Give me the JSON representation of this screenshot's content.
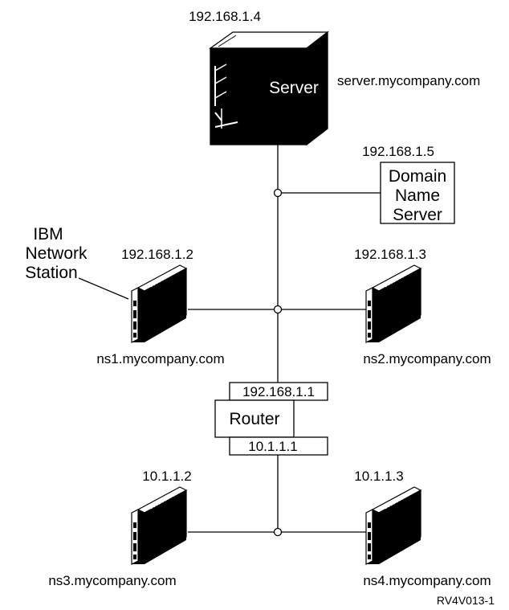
{
  "server": {
    "ip": "192.168.1.4",
    "label": "Server",
    "hostname": "server.mycompany.com"
  },
  "dns": {
    "ip": "192.168.1.5",
    "label_lines": [
      "Domain",
      "Name",
      "Server"
    ]
  },
  "callout": {
    "label_lines": [
      "IBM",
      "Network",
      "Station"
    ]
  },
  "stations": [
    {
      "id": "ns1",
      "ip": "192.168.1.2",
      "hostname": "ns1.mycompany.com"
    },
    {
      "id": "ns2",
      "ip": "192.168.1.3",
      "hostname": "ns2.mycompany.com"
    },
    {
      "id": "ns3",
      "ip": "10.1.1.2",
      "hostname": "ns3.mycompany.com"
    },
    {
      "id": "ns4",
      "ip": "10.1.1.3",
      "hostname": "ns4.mycompany.com"
    }
  ],
  "router": {
    "label": "Router",
    "ip_top": "192.168.1.1",
    "ip_bottom": "10.1.1.1"
  },
  "figure_id": "RV4V013-1"
}
